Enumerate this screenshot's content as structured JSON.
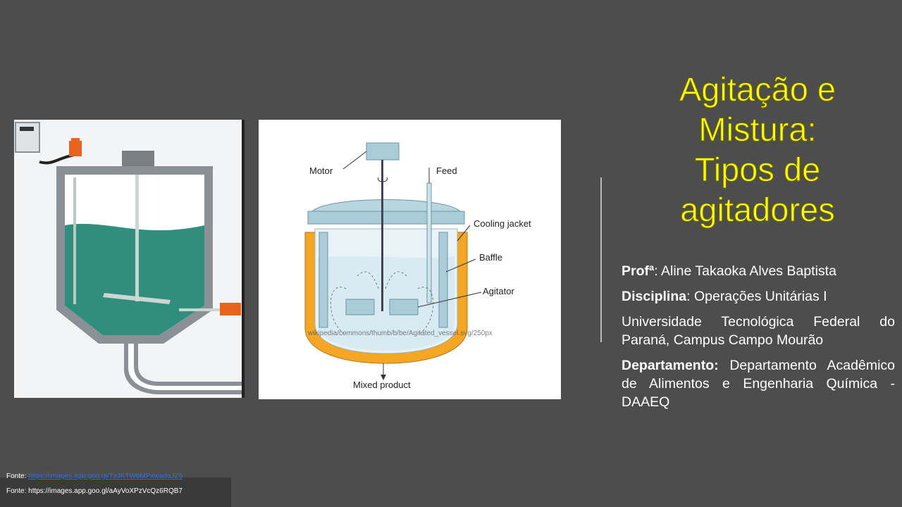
{
  "title": {
    "lines": [
      "Agitação e",
      "Mistura:",
      "Tipos de",
      "agitadores"
    ]
  },
  "info": {
    "prof_label": "Profª",
    "prof_value": ": Aline Takaoka Alves Baptista",
    "discipline_label": "Disciplina",
    "discipline_value": ": Operações Unitárias I",
    "university": "Universidade Tecnológica Federal do Paraná, Campus Campo Mourão",
    "department_label": "Departamento:",
    "department_value": " Departamento Acadêmico de Alimentos e Engenharia Química - DAAEQ"
  },
  "diagram": {
    "motor": "Motor",
    "feed": "Feed",
    "cooling_jacket": "Cooling jacket",
    "baffle": "Baffle",
    "agitator": "Agitator",
    "mixed_product": "Mixed product",
    "watermark": "wikipedia/commons/thumb/b/be/Agitated_vessel.svg/250px"
  },
  "sources": {
    "label1": "Fonte: ",
    "link1": "https://images.app.goo.gl/TzJKTWbMPxwadaJZ6",
    "line2": "Fonte: https://images.app.goo.gl/aAyVoXPzVcQz6RQB7"
  },
  "colors": {
    "title": "#ffff00",
    "background": "#4d4d4d",
    "liquid": "#2f8f7c",
    "jacket": "#f5a623"
  }
}
